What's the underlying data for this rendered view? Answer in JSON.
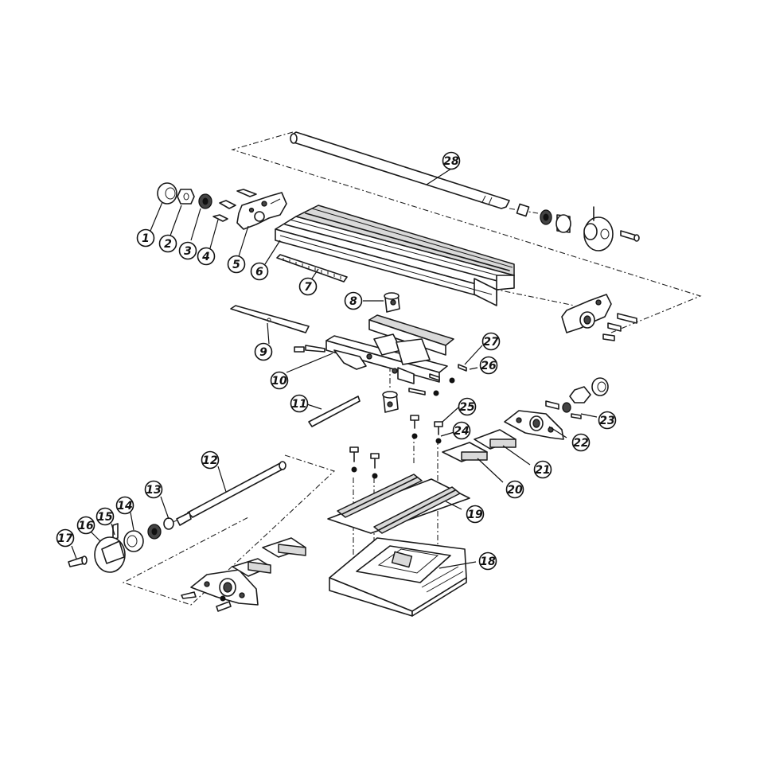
{
  "callouts": [
    {
      "label": "1"
    },
    {
      "label": "2"
    },
    {
      "label": "3"
    },
    {
      "label": "4"
    },
    {
      "label": "5"
    },
    {
      "label": "6"
    },
    {
      "label": "7"
    },
    {
      "label": "8"
    },
    {
      "label": "9"
    },
    {
      "label": "10"
    },
    {
      "label": "11"
    },
    {
      "label": "12"
    },
    {
      "label": "13"
    },
    {
      "label": "14"
    },
    {
      "label": "15"
    },
    {
      "label": "16"
    },
    {
      "label": "17"
    },
    {
      "label": "18"
    },
    {
      "label": "19"
    },
    {
      "label": "20"
    },
    {
      "label": "21"
    },
    {
      "label": "22"
    },
    {
      "label": "23"
    },
    {
      "label": "24"
    },
    {
      "label": "25"
    },
    {
      "label": "26"
    },
    {
      "label": "27"
    },
    {
      "label": "28"
    }
  ]
}
